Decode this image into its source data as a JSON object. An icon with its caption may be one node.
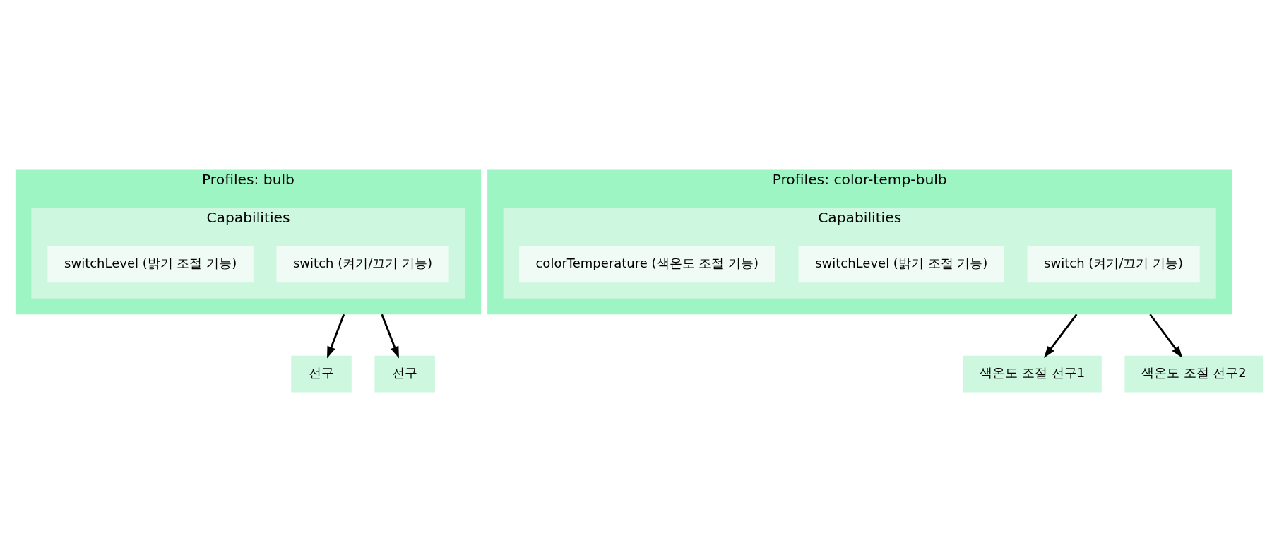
{
  "diagram": {
    "nodes": [
      {
        "text": [
          "Profiles: bulb"
        ]
      },
      {
        "text": [
          "Capabilities"
        ],
        "in": 0
      },
      {
        "text": [
          "switch (켜기/끄기 기능)"
        ],
        "in": 1
      },
      {
        "text": [
          "switchLevel (밝기 조절 기능)"
        ],
        "in": 1
      },
      {
        "text": [
          "전구"
        ]
      },
      {
        "text": [
          "전구"
        ]
      },
      {
        "text": [
          "Profiles: color-temp-bulb"
        ]
      },
      {
        "text": [
          "Capabilities"
        ],
        "in": 6
      },
      {
        "text": [
          "switch (켜기/끄기 기능)"
        ],
        "in": 7
      },
      {
        "text": [
          "switchLevel (밝기 조절 기능)"
        ],
        "in": 7
      },
      {
        "text": [
          "colorTemperature (색온도 조절 기능)"
        ],
        "in": 7
      },
      {
        "text": [
          "색온도 조절 전구1"
        ]
      },
      {
        "text": [
          "색온도 조절 전구2"
        ]
      }
    ],
    "edges": [
      {
        "from": 0,
        "to": 4,
        "arrow": "to"
      },
      {
        "from": 0,
        "to": 5,
        "arrow": "to"
      },
      {
        "from": 6,
        "to": 11,
        "arrow": "to"
      },
      {
        "from": 6,
        "to": 12,
        "arrow": "to"
      }
    ]
  }
}
